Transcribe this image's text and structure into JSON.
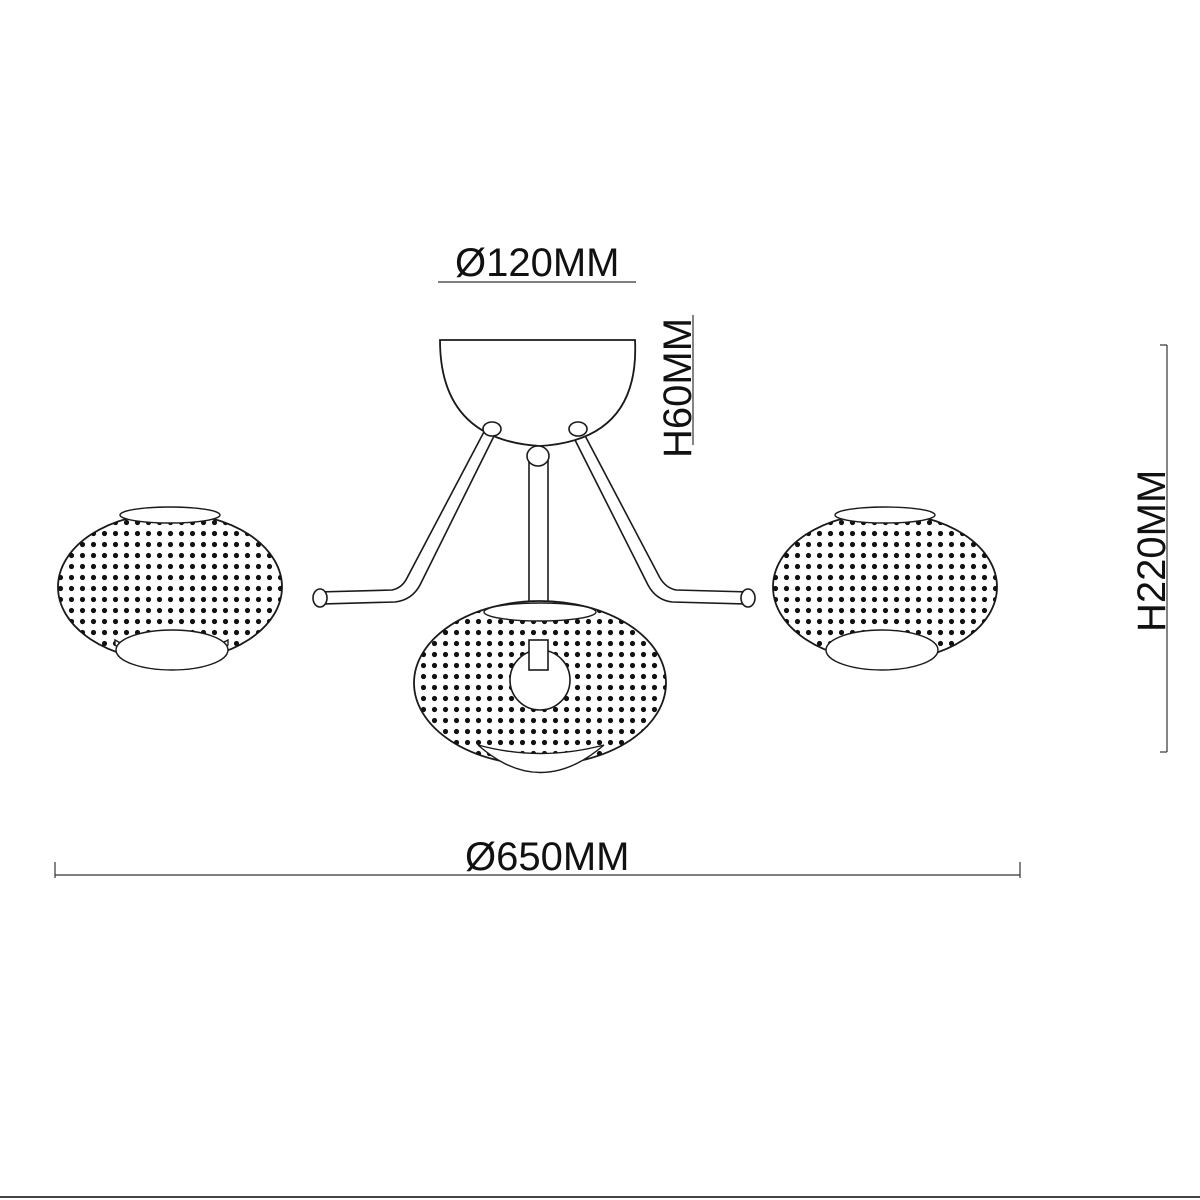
{
  "dimensions": {
    "canopy_diameter": "Ø120MM",
    "canopy_height": "H60MM",
    "total_height": "H220MM",
    "total_diameter": "Ø650MM"
  },
  "colors": {
    "line": "#1a1a1a",
    "background": "#ffffff",
    "dots": "#111111"
  },
  "icons": {
    "shade": "perforated-dome-shade-icon"
  }
}
